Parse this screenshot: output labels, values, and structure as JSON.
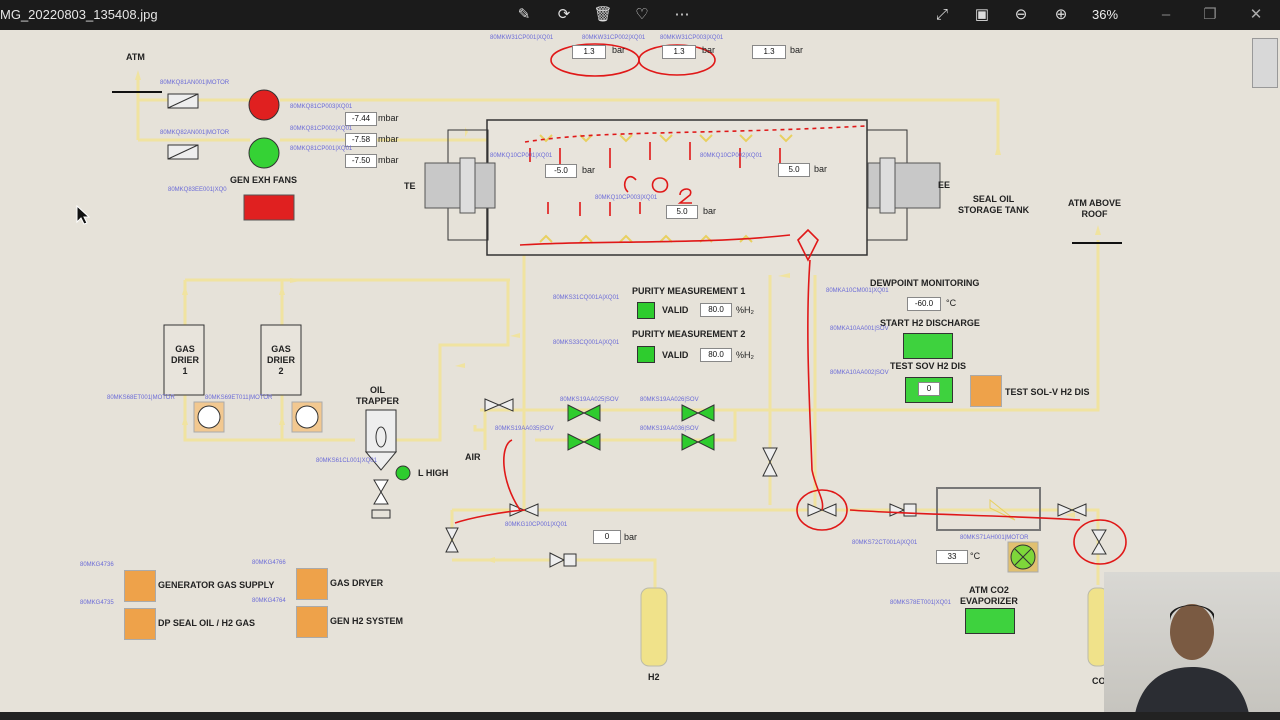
{
  "viewer": {
    "filename": "MG_20220803_135408.jpg",
    "zoom": "36%",
    "toolbar_icons": [
      "edit-icon",
      "rotate-icon",
      "delete-icon",
      "heart-icon",
      "more-icon"
    ],
    "right_icons": [
      "expand-icon",
      "fit-icon",
      "zoom-out-icon",
      "zoom-in-icon"
    ]
  },
  "diagram": {
    "atm": "ATM",
    "gen_exh_fans": "GEN EXH FANS",
    "te": "TE",
    "ee": "EE",
    "seal_oil_tank": [
      "SEAL OIL",
      "STORAGE TANK"
    ],
    "atm_above_roof": [
      "ATM ABOVE",
      "ROOF"
    ],
    "top_pressures": [
      {
        "value": "1.3",
        "unit": "bar"
      },
      {
        "value": "1.3",
        "unit": "bar"
      },
      {
        "value": "1.3",
        "unit": "bar"
      }
    ],
    "fan_readings": [
      {
        "value": "-7.44",
        "unit": "mbar"
      },
      {
        "value": "-7.58",
        "unit": "mbar"
      },
      {
        "value": "-7.50",
        "unit": "mbar"
      }
    ],
    "gen_pressures": [
      {
        "value": "-5.0",
        "unit": "bar"
      },
      {
        "value": "5.0",
        "unit": "bar"
      },
      {
        "value": "5.0",
        "unit": "bar"
      }
    ],
    "gas_drier_1": [
      "GAS",
      "DRIER",
      "1"
    ],
    "gas_drier_2": [
      "GAS",
      "DRIER",
      "2"
    ],
    "oil_trapper": [
      "OIL",
      "TRAPPER"
    ],
    "l_high": "L HIGH",
    "air": "AIR",
    "purity1": {
      "title": "PURITY MEASUREMENT 1",
      "status": "VALID",
      "value": "80.0",
      "unit": "%H₂"
    },
    "purity2": {
      "title": "PURITY MEASUREMENT 2",
      "status": "VALID",
      "value": "80.0",
      "unit": "%H₂"
    },
    "dewpoint": {
      "title": "DEWPOINT MONITORING",
      "value": "-60.0",
      "unit": "°C"
    },
    "start_h2": "START H2 DISCHARGE",
    "test_sov": "TEST SOV H2 DIS",
    "test_sov_value": "0",
    "test_sol_v": "TEST SOL-V H2 DIS",
    "h2_pressure": {
      "value": "0",
      "unit": "bar"
    },
    "temp_33": {
      "value": "33",
      "unit": "°C"
    },
    "atm_co2_evap": [
      "ATM CO2",
      "EVAPORIZER"
    ],
    "h2": "H2",
    "co2": "CO",
    "nav_buttons": [
      "GENERATOR GAS SUPPLY",
      "DP SEAL OIL / H2 GAS",
      "GAS DRYER",
      "GEN H2 SYSTEM"
    ],
    "tags": {
      "t1": "80MKQ81AN001|MOTOR",
      "t2": "80MKQ82AN001|MOTOR",
      "t3": "80MKQ81CP003|XQ01",
      "t4": "80MKQ81CP002|XQ01",
      "t5": "80MKQ81CP001|XQ01",
      "t6": "80MKQ83EE001|XQ0",
      "t7": "80MKW31CP001|XQ01",
      "t8": "80MKW31CP002|XQ01",
      "t9": "80MKW31CP003|XQ01",
      "t10": "80MKQ10CP001|XQ01",
      "t11": "80MKQ10CP002|XQ01",
      "t12": "80MKQ10CP003|XQ01",
      "t13": "80MKS31CQ001A|XQ01",
      "t14": "80MKS33CQ001A|XQ01",
      "t15": "80MKA10CM001|XQ01",
      "t16": "80MKA10AA001|SOV",
      "t17": "80MKA10AA002|SOV",
      "t18": "80MKS68ET001|MOTOR",
      "t19": "80MKS69ET011|MOTOR",
      "t20": "80MKS61CL001|XQ01",
      "t21": "80MKS19AA025|SOV",
      "t22": "80MKS19AA026|SOV",
      "t23": "80MKS19AA036|SOV",
      "t24": "80MKS19AA035|SOV",
      "t25": "80MKG10CP001|XQ01",
      "t26": "80MKS72CT001A|XQ01",
      "t27": "80MKS71AH001|MOTOR",
      "t28": "80MKS78ET001|XQ01",
      "t29": "80MKG4736",
      "t30": "80MKG4766",
      "t31": "80MKG4735",
      "t32": "80MKG4764"
    }
  }
}
